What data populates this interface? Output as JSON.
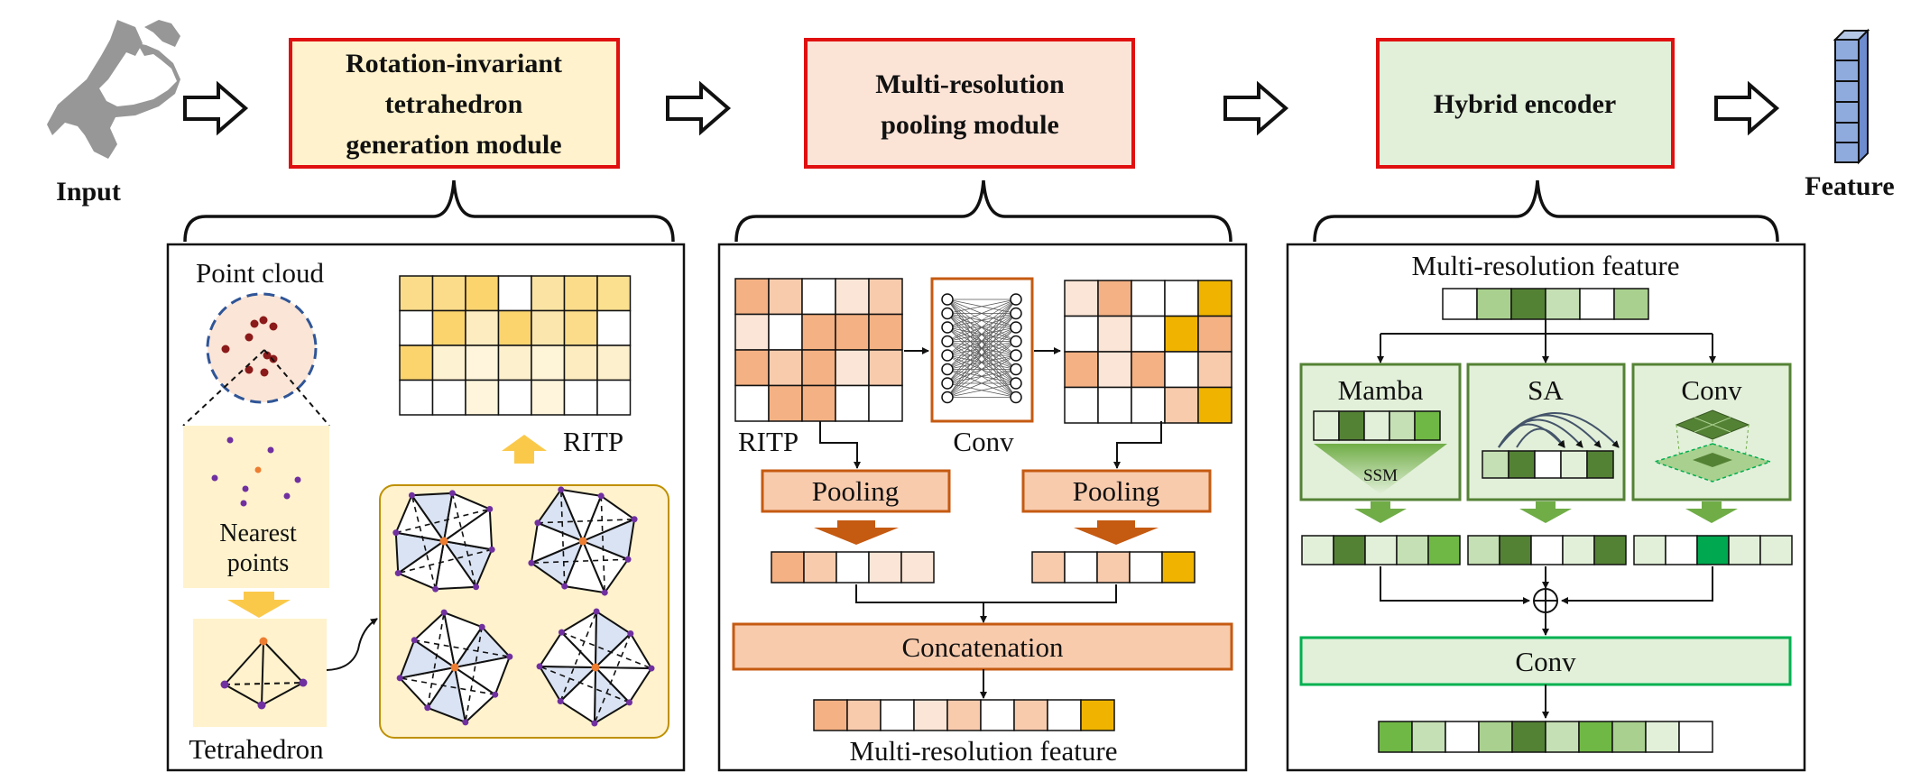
{
  "top": {
    "input_label": "Input",
    "feature_label": "Feature",
    "module1_lines": [
      "Rotation-invariant",
      "tetrahedron",
      "generation module"
    ],
    "module2_lines": [
      "Multi-resolution",
      "pooling module"
    ],
    "module3_lines": [
      "Hybrid encoder"
    ]
  },
  "panel1": {
    "point_cloud_label": "Point cloud",
    "nearest_lines": [
      "Nearest",
      "points"
    ],
    "tetrahedron_label": "Tetrahedron",
    "ritp_label": "RITP",
    "ritp_grid": [
      [
        "#fbdc8a",
        "#fbdc8a",
        "#fbd46e",
        "#ffffff",
        "#fbe3a3",
        "#fbdc8a",
        "#fbe08f"
      ],
      [
        "#ffffff",
        "#fbd46e",
        "#fdecc0",
        "#fbd46e",
        "#fbe7ad",
        "#fbdc8a",
        "#ffffff"
      ],
      [
        "#fbd46e",
        "#fdf2d2",
        "#fef5dc",
        "#fdf0cc",
        "#fef4d8",
        "#fdecc0",
        "#fdf0cc"
      ],
      [
        "#ffffff",
        "#ffffff",
        "#fef5dc",
        "#ffffff",
        "#fef5dc",
        "#ffffff",
        "#ffffff"
      ]
    ]
  },
  "panel2": {
    "ritp_label": "RITP",
    "conv_label": "Conv",
    "pooling_left": "Pooling",
    "pooling_right": "Pooling",
    "concat_label": "Concatenation",
    "output_label": "Multi-resolution feature",
    "grid_left": [
      [
        "#f4b183",
        "#f8cbad",
        "#ffffff",
        "#fbe5d6",
        "#f8cbad"
      ],
      [
        "#fbe5d6",
        "#ffffff",
        "#f4b183",
        "#f4b183",
        "#f4b183"
      ],
      [
        "#f4b183",
        "#f8cbad",
        "#f4b183",
        "#fbe5d6",
        "#f8cbad"
      ],
      [
        "#ffffff",
        "#f4b183",
        "#f4b183",
        "#ffffff",
        "#ffffff"
      ]
    ],
    "grid_right": [
      [
        "#fbe5d6",
        "#f4b183",
        "#ffffff",
        "#ffffff",
        "#f0b400"
      ],
      [
        "#ffffff",
        "#fbe5d6",
        "#ffffff",
        "#f0b400",
        "#f4b183"
      ],
      [
        "#f4b183",
        "#fbe5d6",
        "#f4b183",
        "#ffffff",
        "#f8cbad"
      ],
      [
        "#ffffff",
        "#ffffff",
        "#ffffff",
        "#f8cbad",
        "#f0b400"
      ]
    ],
    "pool_left_cells": [
      "#f4b183",
      "#f8cbad",
      "#ffffff",
      "#fbe5d6",
      "#fbe5d6"
    ],
    "pool_right_cells": [
      "#f8cbad",
      "#ffffff",
      "#f8cbad",
      "#ffffff",
      "#f0b400"
    ],
    "output_cells": [
      "#f4b183",
      "#f8cbad",
      "#ffffff",
      "#fbe5d6",
      "#f8cbad",
      "#ffffff",
      "#f8cbad",
      "#ffffff",
      "#f0b400"
    ]
  },
  "panel3": {
    "input_label": "Multi-resolution feature",
    "mamba_label": "Mamba",
    "ssm_label": "SSM",
    "sa_label": "SA",
    "conv_branch_label": "Conv",
    "conv_label": "Conv",
    "input_cells": [
      "#ffffff",
      "#a9d08e",
      "#548235",
      "#c5e0b4",
      "#ffffff",
      "#a9d08e"
    ],
    "mamba_cells": [
      "#e2f0d9",
      "#548235",
      "#e2f0d9",
      "#c5e0b4",
      "#70b845"
    ],
    "sa_cells": [
      "#c5e0b4",
      "#548235",
      "#ffffff",
      "#e2f0d9",
      "#548235"
    ],
    "conv_cells": [
      "#e2f0d9",
      "#ffffff",
      "#00a94f",
      "#e2f0d9",
      "#e2f0d9"
    ],
    "output_cells": [
      "#70b845",
      "#c5e0b4",
      "#ffffff",
      "#a9d08e",
      "#548235",
      "#c5e0b4",
      "#70b845",
      "#a9d08e",
      "#e2f0d9",
      "#ffffff"
    ]
  },
  "colors": {
    "module_border": "#e01010",
    "module1_fill": "#fff2cc",
    "module2_fill": "#fbe3d6",
    "module3_fill": "#e2f0d9",
    "orange": "#c55a11",
    "gold": "#ffd966",
    "green": "#70ad47",
    "feature_blue": "#8faadc"
  }
}
